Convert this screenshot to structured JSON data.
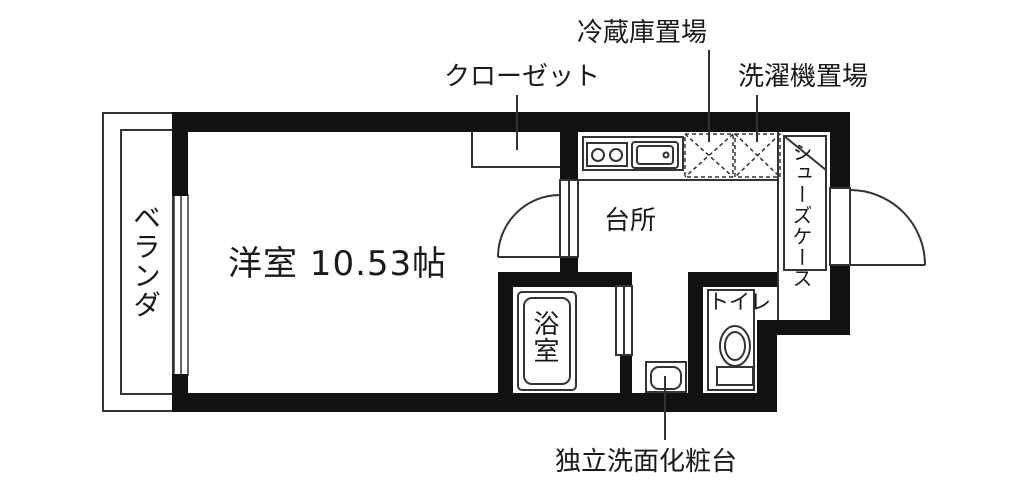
{
  "rooms": {
    "western_room": "洋室 10.53帖",
    "kitchen": "台所",
    "bath": "浴室",
    "toilet": "トイレ",
    "veranda": "ベランダ",
    "shoe_case": "シューズケース"
  },
  "callouts": {
    "closet": "クローゼット",
    "fridge": "冷蔵庫置場",
    "washer": "洗濯機置場",
    "vanity": "独立洗面化粧台"
  },
  "colors": {
    "wall": "#111111",
    "line": "#333333",
    "background": "#ffffff"
  }
}
